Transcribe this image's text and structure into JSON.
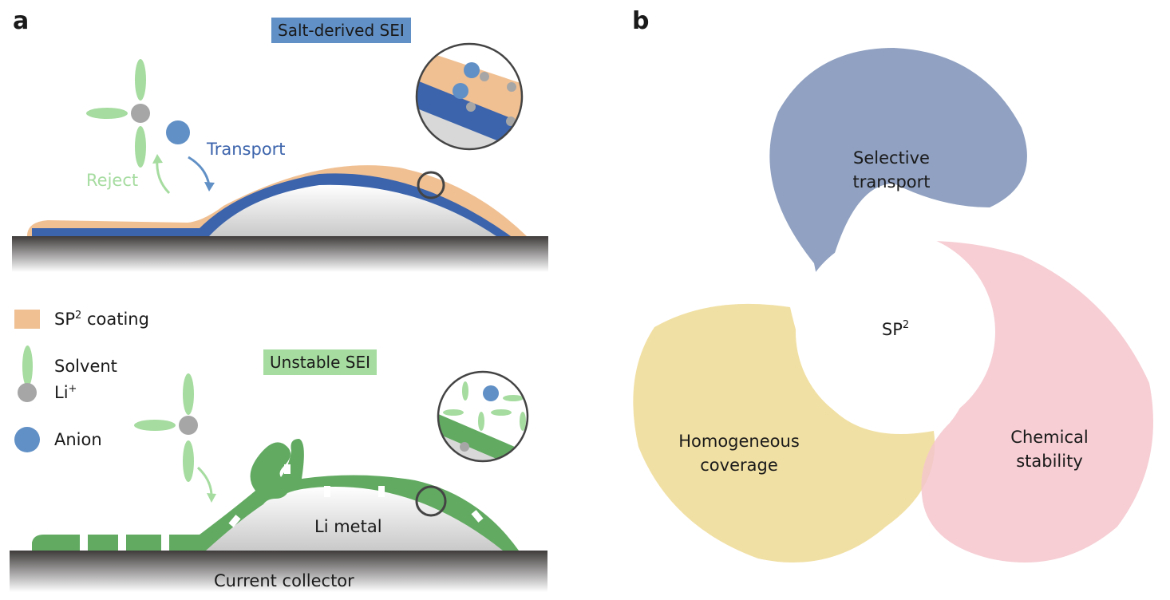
{
  "panels": {
    "a": {
      "letter": "a",
      "top": {
        "tag": "Salt-derived SEI",
        "tag_color": "#6190c6",
        "reject_label": "Reject",
        "transport_label": "Transport"
      },
      "bottom": {
        "tag": "Unstable SEI",
        "tag_color": "#a6dca0",
        "li_metal_label": "Li metal",
        "collector_label": "Current collector"
      },
      "legend": [
        {
          "symbol": "sp2-coating-swatch",
          "label": "SP",
          "sup": "2",
          "suffix": " coating",
          "color": "#f0c093"
        },
        {
          "symbol": "solvent-ellipse",
          "label": "Solvent",
          "sup": "",
          "suffix": "",
          "color": "#a6dca0"
        },
        {
          "symbol": "li-ion-dot",
          "label": "Li",
          "sup": "+",
          "suffix": "",
          "color": "#a6a6a6"
        },
        {
          "symbol": "anion-dot",
          "label": "Anion",
          "sup": "",
          "suffix": "",
          "color": "#6190c6"
        }
      ]
    },
    "b": {
      "letter": "b",
      "center_label": "SP",
      "center_sup": "2",
      "lobes": [
        {
          "name": "selective-transport",
          "line1": "Selective",
          "line2": "transport",
          "color": "#8e9fc0"
        },
        {
          "name": "homogeneous-coverage",
          "line1": "Homogeneous",
          "line2": "coverage",
          "color": "#eedb94"
        },
        {
          "name": "chemical-stability",
          "line1": "Chemical",
          "line2": "stability",
          "color": "#f4c5cd"
        }
      ]
    }
  },
  "colors": {
    "sei_blue": "#3c64ac",
    "sei_green": "#62aa62",
    "coating": "#f0c093",
    "li_metal": "#d4d4d4",
    "collector_dark": "#4a4747"
  }
}
